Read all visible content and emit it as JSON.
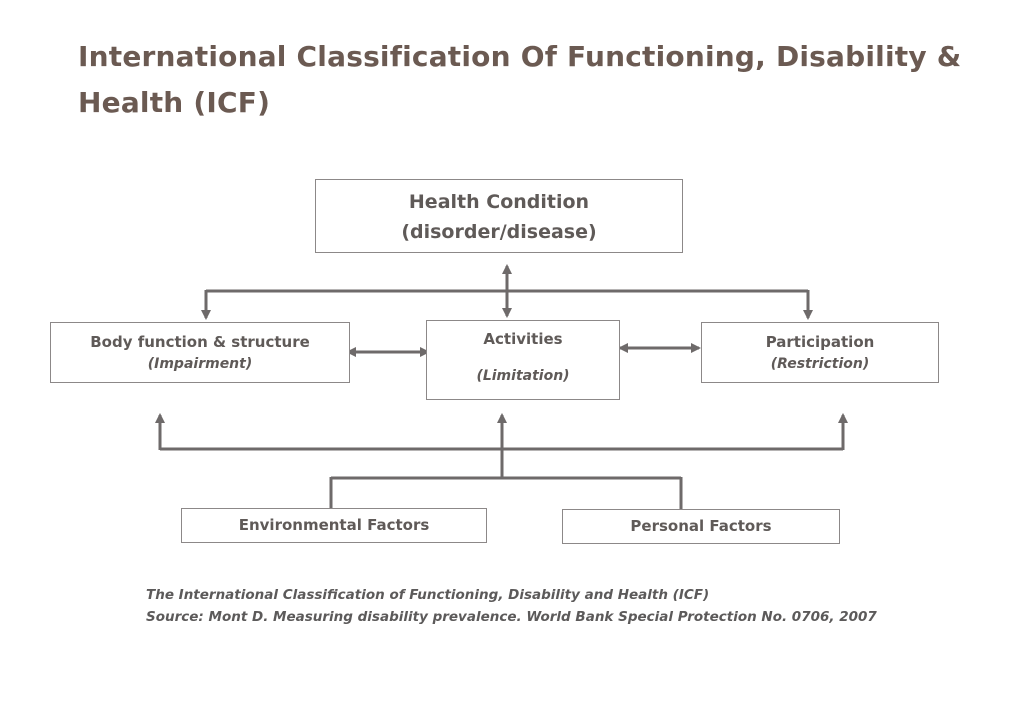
{
  "title": "International Classification Of Functioning, Disability & Health (ICF)",
  "diagram": {
    "health_condition": {
      "label": "Health Condition",
      "sub": "(disorder/disease)"
    },
    "body_function": {
      "label": "Body function & structure",
      "sub": "(Impairment)"
    },
    "activities": {
      "label": "Activities",
      "sub": "(Limitation)"
    },
    "participation": {
      "label": "Participation",
      "sub": "(Restriction)"
    },
    "environmental_factors": {
      "label": "Environmental Factors"
    },
    "personal_factors": {
      "label": "Personal Factors"
    }
  },
  "caption": {
    "line1": "The International Classification of Functioning, Disability and Health (ICF)",
    "line2": "Source: Mont D. Measuring disability prevalence. World Bank Special Protection No. 0706, 2007"
  },
  "colors": {
    "title": "#6b5a52",
    "text": "#5f5a58",
    "line": "#6e6a6a",
    "box_border": "#8c8888"
  }
}
